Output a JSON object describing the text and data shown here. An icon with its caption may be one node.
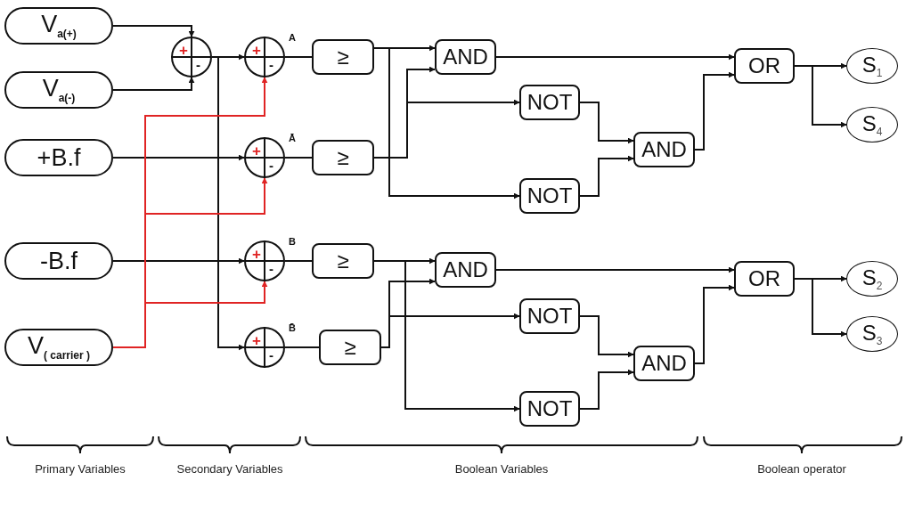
{
  "diagram": {
    "nodes": [
      {
        "text": [
          "V$_{a(+)}$"
        ]
      },
      {
        "text": [
          "V$_{a(-)}$"
        ]
      },
      {
        "text": [
          "+B.f"
        ]
      },
      {
        "text": [
          "-B.f"
        ]
      },
      {
        "text": [
          "V$_{( carrier )}$"
        ]
      },
      {
        "text": [
          "+",
          "-"
        ]
      },
      {
        "text": [
          "+",
          "-"
        ],
        "beside": [
          "A"
        ]
      },
      {
        "text": [
          "+",
          "-"
        ],
        "beside": [
          "Ā"
        ]
      },
      {
        "text": [
          "+",
          "-"
        ],
        "beside": [
          "B"
        ]
      },
      {
        "text": [
          "+",
          "-"
        ],
        "beside": [
          "B̄"
        ]
      },
      {
        "text": [
          "≥"
        ]
      },
      {
        "text": [
          "≥"
        ]
      },
      {
        "text": [
          "≥"
        ]
      },
      {
        "text": [
          "≥"
        ]
      },
      {
        "text": [
          "AND"
        ]
      },
      {
        "text": [
          "NOT"
        ]
      },
      {
        "text": [
          "NOT"
        ]
      },
      {
        "text": [
          "AND"
        ]
      },
      {
        "text": [
          "OR"
        ]
      },
      {
        "text": [
          "S$_{1}$"
        ]
      },
      {
        "text": [
          "S$_{4}$"
        ]
      },
      {
        "text": [
          "AND"
        ]
      },
      {
        "text": [
          "NOT"
        ]
      },
      {
        "text": [
          "NOT"
        ]
      },
      {
        "text": [
          "AND"
        ]
      },
      {
        "text": [
          "OR"
        ]
      },
      {
        "text": [
          "S$_{2}$"
        ]
      },
      {
        "text": [
          "S$_{3}$"
        ]
      }
    ],
    "edges": [
      {
        "from": 0,
        "to": 5,
        "arrow": "to"
      },
      {
        "from": 1,
        "to": 5,
        "arrow": "to"
      },
      {
        "from": 5,
        "to": 6,
        "arrow": "to"
      },
      {
        "from": 5,
        "to": 9,
        "arrow": "to"
      },
      {
        "from": 2,
        "to": 7,
        "arrow": "to"
      },
      {
        "from": 3,
        "to": 8,
        "arrow": "to"
      },
      {
        "from": 4,
        "to": 6,
        "arrow": "to",
        "color": "#e02424"
      },
      {
        "from": 4,
        "to": 7,
        "arrow": "to",
        "color": "#e02424"
      },
      {
        "from": 4,
        "to": 8,
        "arrow": "to",
        "color": "#e02424"
      },
      {
        "from": 6,
        "to": 10,
        "arrow": "none"
      },
      {
        "from": 10,
        "to": 14,
        "arrow": "to"
      },
      {
        "from": 10,
        "to": 16,
        "arrow": "to"
      },
      {
        "from": 11,
        "to": 14,
        "arrow": "to"
      },
      {
        "from": 11,
        "to": 15,
        "arrow": "to"
      },
      {
        "from": 15,
        "to": 17,
        "arrow": "to"
      },
      {
        "from": 16,
        "to": 17,
        "arrow": "to"
      },
      {
        "from": 14,
        "to": 18,
        "arrow": "to"
      },
      {
        "from": 17,
        "to": 18,
        "arrow": "to"
      },
      {
        "from": 18,
        "to": 19,
        "arrow": "to"
      },
      {
        "from": 18,
        "to": 20,
        "arrow": "to"
      },
      {
        "from": 12,
        "to": 21,
        "arrow": "to"
      },
      {
        "from": 12,
        "to": 23,
        "arrow": "to"
      },
      {
        "from": 13,
        "to": 21,
        "arrow": "to"
      },
      {
        "from": 13,
        "to": 22,
        "arrow": "to"
      },
      {
        "from": 22,
        "to": 24,
        "arrow": "to"
      },
      {
        "from": 23,
        "to": 24,
        "arrow": "to"
      },
      {
        "from": 21,
        "to": 25,
        "arrow": "to"
      },
      {
        "from": 24,
        "to": 25,
        "arrow": "to"
      },
      {
        "from": 25,
        "to": 26,
        "arrow": "to"
      },
      {
        "from": 25,
        "to": 27,
        "arrow": "to"
      },
      {
        "from": 7,
        "to": 11,
        "arrow": "none"
      },
      {
        "from": 8,
        "to": 12,
        "arrow": "none"
      },
      {
        "from": 9,
        "to": 13,
        "arrow": "none"
      }
    ],
    "labels": [
      "Primary Variables",
      "Secondary Variables",
      "Boolean Variables",
      "Boolean operator"
    ]
  }
}
